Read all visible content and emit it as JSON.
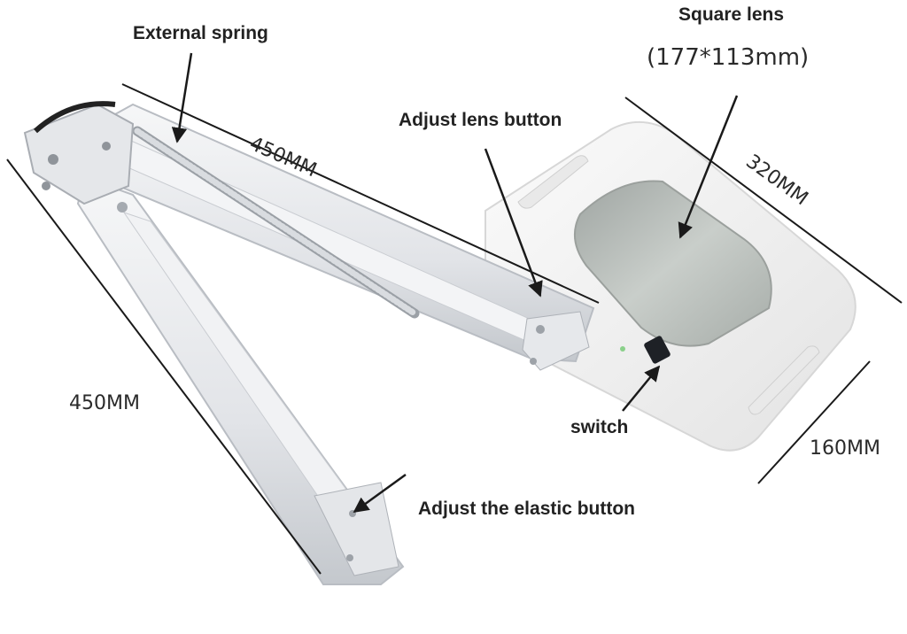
{
  "labels": {
    "external_spring": "External spring",
    "square_lens": "Square lens",
    "square_lens_size": "(177*113mm)",
    "adjust_lens_button": "Adjust lens button",
    "switch": "switch",
    "adjust_elastic_button": "Adjust the elastic button"
  },
  "dimensions": {
    "upper_arm": "450MM",
    "lower_arm": "450MM",
    "head_length": "320MM",
    "head_width": "160MM"
  },
  "colors": {
    "arm_metal": "#e7e9ec",
    "arm_shadow": "#b9bdc3",
    "lens_glass": "#b8bdb9",
    "housing": "#f4f4f4",
    "ink": "#1a1a1a"
  }
}
